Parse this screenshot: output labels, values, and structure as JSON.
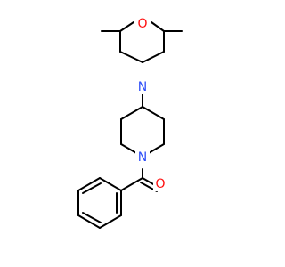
{
  "molecule": {
    "atoms": [
      {
        "id": "O1",
        "element": "O",
        "label": "O",
        "color": "#ff0d0d"
      },
      {
        "id": "N1",
        "element": "N",
        "label": "N",
        "color": "#3050f8"
      },
      {
        "id": "N2",
        "element": "N",
        "label": "N",
        "color": "#3050f8"
      },
      {
        "id": "O2",
        "element": "O",
        "label": "O",
        "color": "#ff0d0d"
      }
    ],
    "bond_color": "#000000"
  }
}
